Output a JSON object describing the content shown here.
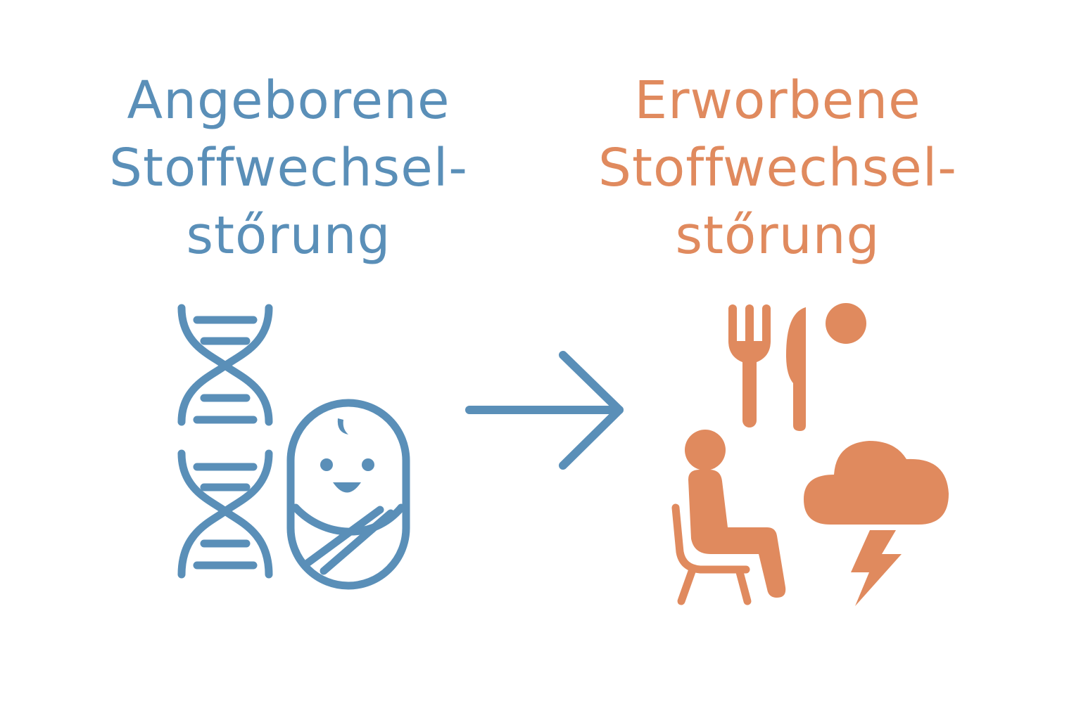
{
  "colors": {
    "innate": "#5a8fb8",
    "acquired": "#e08a5e",
    "background": "#ffffff"
  },
  "left": {
    "title_lines": [
      "Angeborene",
      "Stoffwechsel-",
      "stőrung"
    ],
    "icons": [
      "dna-icon",
      "dna-icon",
      "swaddled-baby-icon"
    ]
  },
  "arrow": {
    "direction": "right",
    "icon": "arrow-right-icon"
  },
  "right": {
    "title_lines": [
      "Erworbene",
      "Stoffwechsel-",
      "stőrung"
    ],
    "icons": [
      "fork-icon",
      "knife-icon",
      "sun-icon",
      "seated-person-icon",
      "chair-icon",
      "storm-cloud-icon",
      "lightning-icon"
    ]
  }
}
